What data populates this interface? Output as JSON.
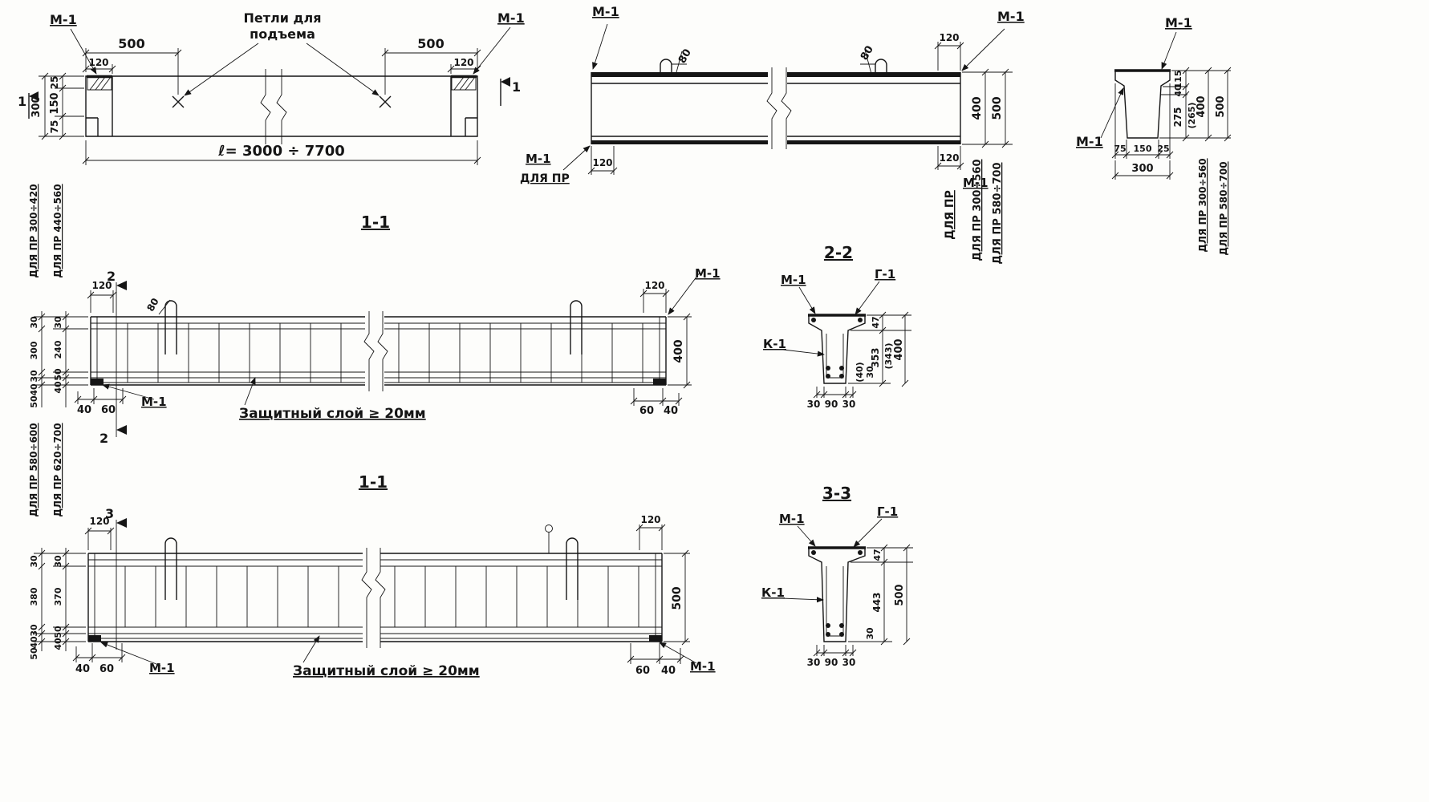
{
  "palette": {
    "ink": "#151515",
    "paper": "#fdfdfb"
  },
  "labels": {
    "m1": "М-1",
    "g1": "Г-1",
    "k1": "К-1",
    "dlya_pr": "ДЛЯ ПР",
    "loops_line1": "Петли для",
    "loops_line2": "подъема",
    "protective": "Защитный слой ≥ 20мм",
    "length_total": "ℓ= 3000 ÷ 7700"
  },
  "sections": {
    "s11": "1-1",
    "s22": "2-2",
    "s33": "3-3",
    "n1": "1",
    "n2": "2",
    "n3": "3"
  },
  "ranges": {
    "r300_560": "ДЛЯ ПР 300÷560",
    "r580_700": "ДЛЯ ПР 580÷700",
    "r300_420": "ДЛЯ ПР 300÷420",
    "r440_560": "ДЛЯ ПР 440÷560",
    "r580_600": "ДЛЯ ПР 580÷600",
    "r620_700": "ДЛЯ ПР 620÷700"
  },
  "dims": {
    "d25": "25",
    "d30": "30",
    "d40": "40",
    "d40p": "(40)",
    "d47": "47",
    "d50": "50",
    "d60": "60",
    "d75": "75",
    "d80": "80",
    "d90": "90",
    "d115": "115",
    "d120": "120",
    "d150": "150",
    "d240": "240",
    "d265p": "(265)",
    "d275": "275",
    "d300": "300",
    "d343p": "(343)",
    "d353": "353",
    "d370": "370",
    "d380": "380",
    "d400": "400",
    "d443": "443",
    "d500": "500"
  }
}
